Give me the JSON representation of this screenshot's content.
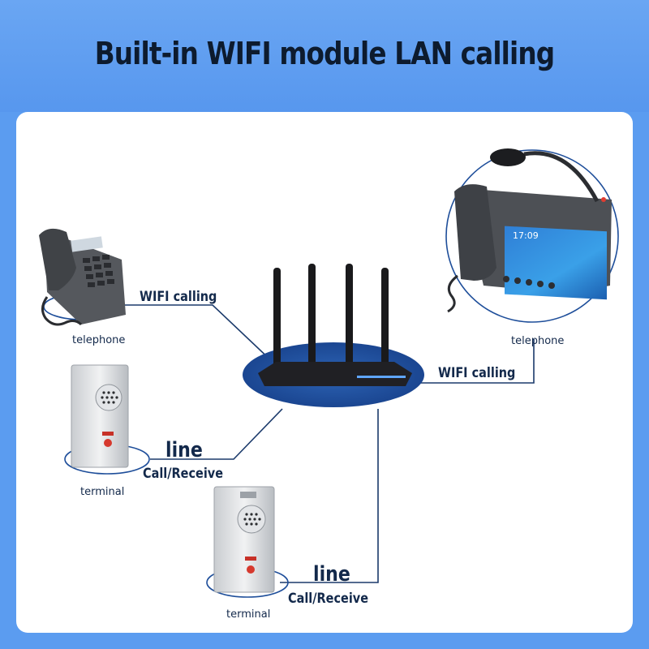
{
  "title": "Built-in WIFI module LAN calling",
  "nodes": {
    "desk_phone": {
      "label": "telephone"
    },
    "video_phone": {
      "label": "telephone",
      "screen_time": "17:09"
    },
    "terminal_top": {
      "label": "terminal"
    },
    "terminal_bottom": {
      "label": "terminal"
    }
  },
  "links": {
    "wifi_left": "WIFI calling",
    "wifi_right": "WIFI calling",
    "line_top": {
      "title": "line",
      "sub": "Call/Receive"
    },
    "line_bottom": {
      "title": "line",
      "sub": "Call/Receive"
    }
  },
  "colors": {
    "background": "#5b9cf0",
    "card": "#ffffff",
    "accent_blue": "#1e4e9a",
    "line_navy": "#1b3a6b",
    "title_text": "#0d1b2e"
  }
}
